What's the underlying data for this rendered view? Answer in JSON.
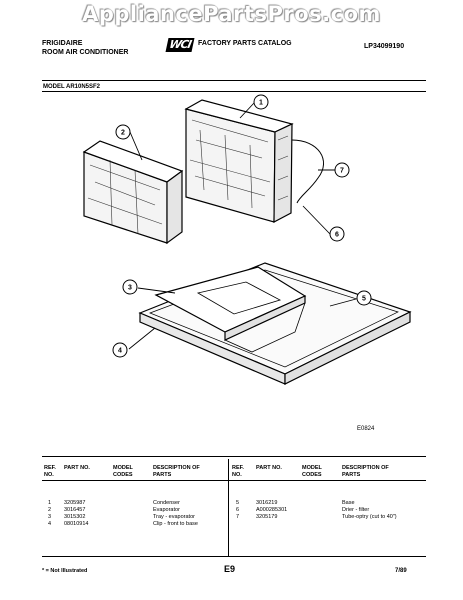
{
  "watermark": "AppliancePartsPros.com",
  "header": {
    "brand": "FRIGIDAIRE",
    "product": "ROOM AIR CONDITIONER",
    "logo": "WCI",
    "catalog_title": "FACTORY PARTS CATALOG",
    "catalog_number": "LP34099190",
    "model_line": "MODEL AR10N5SF2"
  },
  "diagram": {
    "code": "E0824",
    "callouts": [
      "1",
      "2",
      "3",
      "4",
      "5",
      "6",
      "7"
    ]
  },
  "table": {
    "headers": {
      "ref_no": "REF. NO.",
      "part_no": "PART NO.",
      "model_codes": "MODEL CODES",
      "description": "DESCRIPTION OF PARTS"
    },
    "left_rows": [
      {
        "ref": "1",
        "part": "3205987",
        "desc": "Condenser"
      },
      {
        "ref": "2",
        "part": "3016457",
        "desc": "Evaporator"
      },
      {
        "ref": "3",
        "part": "3015302",
        "desc": "Tray - evaporator"
      },
      {
        "ref": "4",
        "part": "08010914",
        "desc": "Clip - front to base"
      }
    ],
    "right_rows": [
      {
        "ref": "5",
        "part": "3016219",
        "desc": "Base"
      },
      {
        "ref": "6",
        "part": "A000285301",
        "desc": "Drier - filter"
      },
      {
        "ref": "7",
        "part": "3205179",
        "desc": "Tube-optry (cut to 40\")"
      }
    ]
  },
  "footer": {
    "note": "* = Not Illustrated",
    "page": "E9",
    "date": "7/89"
  }
}
